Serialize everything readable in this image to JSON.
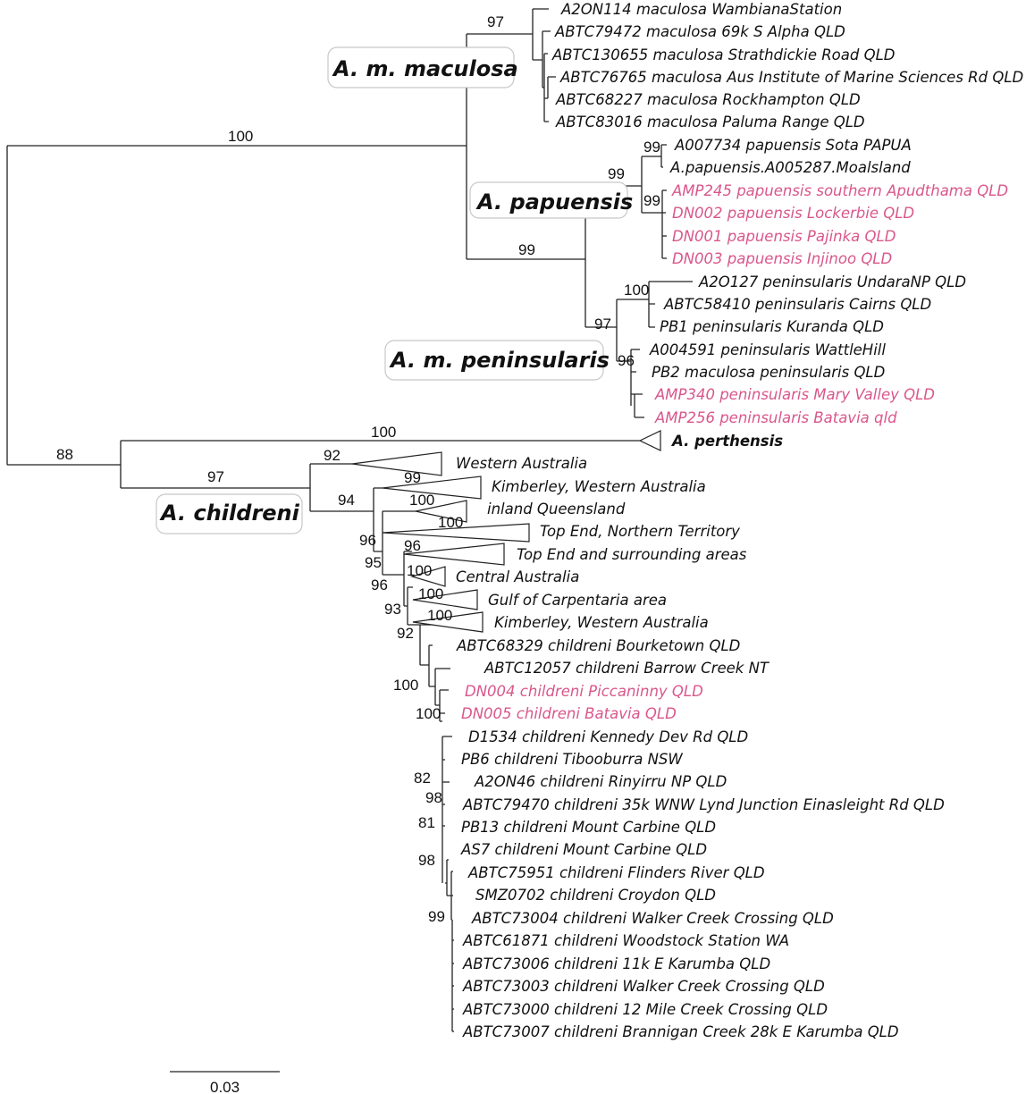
{
  "colors": {
    "default_label": "#111111",
    "highlight_label": "#d9578a",
    "branch": "#222222"
  },
  "clade_labels": {
    "maculosa": "A. m. maculosa",
    "papuensis": "A. papuensis",
    "peninsularis": "A. m. peninsularis",
    "childreni": "A. childreni"
  },
  "scale_bar": {
    "label": "0.03"
  },
  "leaves": [
    {
      "text": "A2ON114 maculosa WambianaStation",
      "highlight": false
    },
    {
      "text": "ABTC79472 maculosa 69k S Alpha QLD",
      "highlight": false
    },
    {
      "text": "ABTC130655 maculosa Strathdickie Road QLD",
      "highlight": false
    },
    {
      "text": "ABTC76765 maculosa Aus Institute of Marine Sciences Rd QLD",
      "highlight": false
    },
    {
      "text": "ABTC68227 maculosa Rockhampton QLD",
      "highlight": false
    },
    {
      "text": "ABTC83016 maculosa Paluma Range QLD",
      "highlight": false
    },
    {
      "text": "A007734 papuensis Sota PAPUA",
      "highlight": false
    },
    {
      "text": "A.papuensis.A005287.Moalsland",
      "highlight": false
    },
    {
      "text": "AMP245 papuensis southern Apudthama QLD",
      "highlight": true
    },
    {
      "text": "DN002 papuensis Lockerbie QLD",
      "highlight": true
    },
    {
      "text": "DN001 papuensis Pajinka QLD",
      "highlight": true
    },
    {
      "text": "DN003 papuensis Injinoo QLD",
      "highlight": true
    },
    {
      "text": "A2O127 peninsularis UndaraNP QLD",
      "highlight": false
    },
    {
      "text": "ABTC58410 peninsularis Cairns QLD",
      "highlight": false
    },
    {
      "text": "PB1 peninsularis Kuranda QLD",
      "highlight": false
    },
    {
      "text": "A004591 peninsularis WattleHill",
      "highlight": false
    },
    {
      "text": "PB2 maculosa peninsularis QLD",
      "highlight": false
    },
    {
      "text": "AMP340 peninsularis Mary Valley QLD",
      "highlight": true
    },
    {
      "text": "AMP256 peninsularis Batavia qld",
      "highlight": true
    },
    {
      "text": "A. perthensis",
      "highlight": false,
      "bold": true
    },
    {
      "text": "Western Australia",
      "highlight": false
    },
    {
      "text": "Kimberley, Western Australia",
      "highlight": false
    },
    {
      "text": "inland Queensland",
      "highlight": false
    },
    {
      "text": "Top End, Northern Territory",
      "highlight": false
    },
    {
      "text": "Top End and surrounding areas",
      "highlight": false
    },
    {
      "text": "Central Australia",
      "highlight": false
    },
    {
      "text": "Gulf of Carpentaria area",
      "highlight": false
    },
    {
      "text": "Kimberley, Western Australia",
      "highlight": false
    },
    {
      "text": "ABTC68329 childreni Bourketown QLD",
      "highlight": false
    },
    {
      "text": "ABTC12057 childreni Barrow Creek NT",
      "highlight": false
    },
    {
      "text": "DN004 childreni Piccaninny QLD",
      "highlight": true
    },
    {
      "text": "DN005 childreni Batavia QLD",
      "highlight": true
    },
    {
      "text": "D1534 childreni Kennedy Dev Rd QLD",
      "highlight": false
    },
    {
      "text": "PB6 childreni Tibooburra NSW",
      "highlight": false
    },
    {
      "text": "A2ON46 childreni Rinyirru NP QLD",
      "highlight": false
    },
    {
      "text": "ABTC79470 childreni 35k WNW Lynd Junction Einasleight Rd QLD",
      "highlight": false
    },
    {
      "text": "PB13 childreni Mount Carbine QLD",
      "highlight": false
    },
    {
      "text": "AS7 childreni Mount Carbine QLD",
      "highlight": false
    },
    {
      "text": "ABTC75951 childreni Flinders River QLD",
      "highlight": false
    },
    {
      "text": "SMZ0702 childreni Croydon QLD",
      "highlight": false
    },
    {
      "text": "ABTC73004 childreni Walker Creek Crossing QLD",
      "highlight": false
    },
    {
      "text": "ABTC61871 childreni Woodstock Station WA",
      "highlight": false
    },
    {
      "text": "ABTC73006 childreni 11k E Karumba QLD",
      "highlight": false
    },
    {
      "text": "ABTC73003 childreni Walker Creek Crossing QLD",
      "highlight": false
    },
    {
      "text": "ABTC73000 childreni 12 Mile Creek Crossing QLD",
      "highlight": false
    },
    {
      "text": "ABTC73007 childreni Brannigan Creek 28k E Karumba QLD",
      "highlight": false
    }
  ],
  "support_values": [
    "97",
    "100",
    "99",
    "99",
    "99",
    "99",
    "100",
    "97",
    "96",
    "88",
    "100",
    "97",
    "92",
    "99",
    "94",
    "100",
    "100",
    "96",
    "96",
    "95",
    "100",
    "96",
    "100",
    "93",
    "100",
    "92",
    "100",
    "100",
    "82",
    "98",
    "81",
    "98",
    "99"
  ]
}
